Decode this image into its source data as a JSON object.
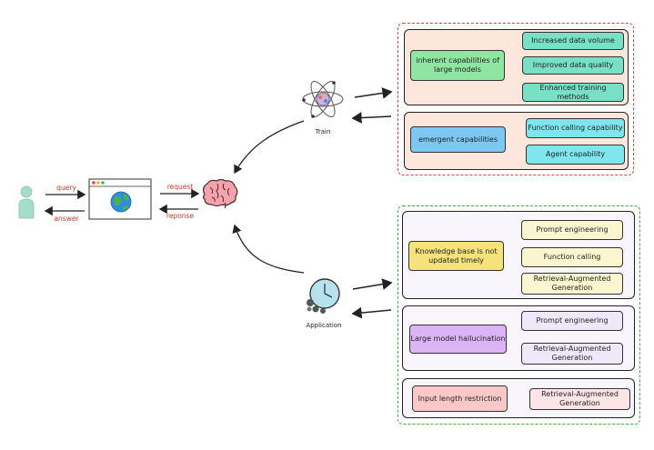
{
  "colors": {
    "train_panel_bg": "#fde6dc",
    "green_box": "#8ee6a0",
    "teal_box": "#78e0c4",
    "blue_box": "#7cc8f0",
    "cyan_box": "#80e6ee",
    "yellow_box": "#f6e27a",
    "light_yellow_box": "#fbf6cf",
    "purple_box": "#dcb3f5",
    "light_purple_box": "#efe8fb",
    "pink_box": "#fbc7c9",
    "light_pink_box": "#fde4e6",
    "app_group_bg": "#f8f6fc",
    "arrow_label_red": "#d9352b"
  },
  "flow": {
    "query": "query",
    "answer": "answer",
    "request": "request",
    "response": "reponse",
    "train_label": "Train",
    "application_label": "Application"
  },
  "train": {
    "inherent": {
      "label": "inherent capabilities of large models",
      "items": [
        "Increased data volume",
        "Improved data quality",
        "Enhanced training methods"
      ]
    },
    "emergent": {
      "label": "emergent capabilities",
      "items": [
        "Function calling capability",
        "Agent capability"
      ]
    }
  },
  "application": {
    "knowledge": {
      "label": "Knowledge base is not updated timely",
      "items": [
        "Prompt engineering",
        "Function calling",
        "Retrieval-Augmented Generation"
      ]
    },
    "hallucination": {
      "label": "Large model hallucination",
      "items": [
        "Prompt engineering",
        "Retrieval-Augmented Generation"
      ]
    },
    "input": {
      "label": "Input length restriction",
      "items": [
        "Retrieval-Augmented Generation"
      ]
    }
  },
  "icons": [
    "user-icon",
    "browser-globe-icon",
    "brain-icon",
    "atom-icon",
    "clock-icon"
  ]
}
